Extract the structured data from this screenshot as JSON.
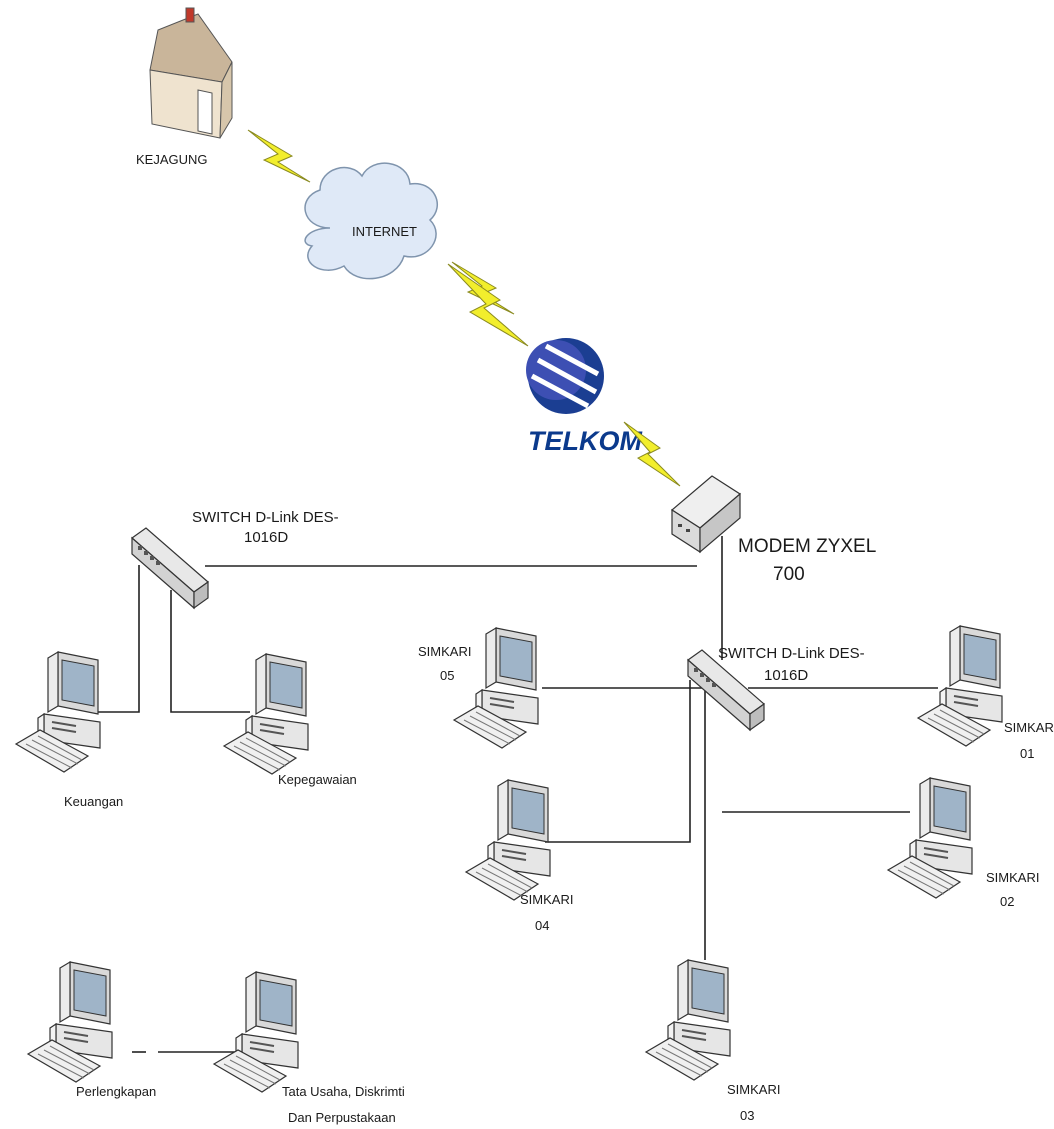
{
  "nodes": {
    "kejagung": "KEJAGUNG",
    "internet": "INTERNET",
    "telkom": "TELKOM",
    "modem_line1": "MODEM ZYXEL",
    "modem_line2": "700",
    "switch_left_line1": "SWITCH D-Link DES-",
    "switch_left_line2": "1016D",
    "switch_right_line1": "SWITCH D-Link DES-",
    "switch_right_line2": "1016D",
    "pc_keuangan": "Keuangan",
    "pc_kepegawaian": "Kepegawaian",
    "pc_perlengkapan": "Perlengkapan",
    "pc_tatausaha_line1": "Tata Usaha, Diskrimti",
    "pc_tatausaha_line2": "Dan Perpustakaan",
    "simkari05_line1": "SIMKARI",
    "simkari05_line2": "05",
    "simkari04_line1": "SIMKARI",
    "simkari04_line2": "04",
    "simkari03_line1": "SIMKARI",
    "simkari03_line2": "03",
    "simkari02_line1": "SIMKARI",
    "simkari02_line2": "02",
    "simkari01_line1": "SIMKARI",
    "simkari01_line2": "01"
  },
  "colors": {
    "lightning": "#f2ee2c",
    "cloud": "#dfe9f7",
    "telkom_blue": "#0b3a8c",
    "pc_body": "#e6e6e6",
    "screen": "#9fb4c8"
  }
}
